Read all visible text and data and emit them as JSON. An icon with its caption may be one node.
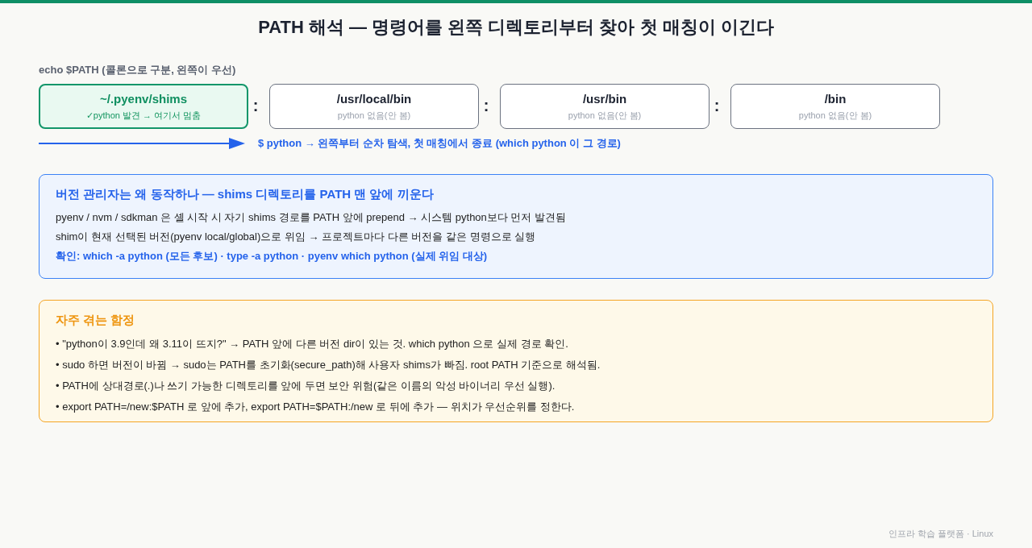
{
  "diagram": {
    "title": "PATH 해석 — 명령어를 왼쪽 디렉토리부터 찾아 첫 매칭이 이긴다",
    "nodes": [
      {
        "text": [
          "~/.pyenv/shims",
          "✓python 발견 → 여기서 멈춤"
        ]
      },
      {
        "text": [
          "/usr/local/bin",
          "python 없음(안 봄)"
        ]
      },
      {
        "text": [
          "/usr/bin",
          "python 없음(안 봄)"
        ]
      },
      {
        "text": [
          "/bin",
          "python 없음(안 봄)"
        ]
      },
      {
        "text": [
          "버전 관리자는 왜 동작하나 — shims 디렉토리를 PATH 맨 앞에 끼운다",
          "pyenv / nvm / sdkman 은 셸 시작 시 자기 shims 경로를 PATH 앞에 prepend → 시스템 python보다 먼저 발견됨",
          "shim이 현재 선택된 버전(pyenv local/global)으로 위임 → 프로젝트마다 다른 버전을 같은 명령으로 실행",
          "확인: which -a python (모든 후보) · type -a python · pyenv which python (실제 위임 대상)"
        ]
      },
      {
        "text": [
          "자주 겪는 함정",
          "• \"python이 3.9인데 왜 3.11이 뜨지?\" → PATH 앞에 다른 버전 dir이 있는 것. which python 으로 실제 경로 확인.",
          "• sudo 하면 버전이 바뀜 → sudo는 PATH를 초기화(secure_path)해 사용자 shims가 빠짐. root PATH 기준으로 해석됨.",
          "• PATH에 상대경로(.)나 쓰기 가능한 디렉토리를 앞에 두면 보안 위험(같은 이름의 악성 바이너리 우선 실행).",
          "• export PATH=/new:$PATH 로 앞에 추가, export PATH=$PATH:/new 로 뒤에 추가 — 위치가 우선순위를 정한다."
        ]
      }
    ],
    "labels": [
      "echo $PATH (콜론으로 구분, 왼쪽이 우선)",
      ":",
      ":",
      ":",
      "$ python → 왼쪽부터 순차 탐색, 첫 매칭에서 종료 (which python 이 그 경로)",
      "인프라 학습 플랫폼 · Linux"
    ]
  }
}
